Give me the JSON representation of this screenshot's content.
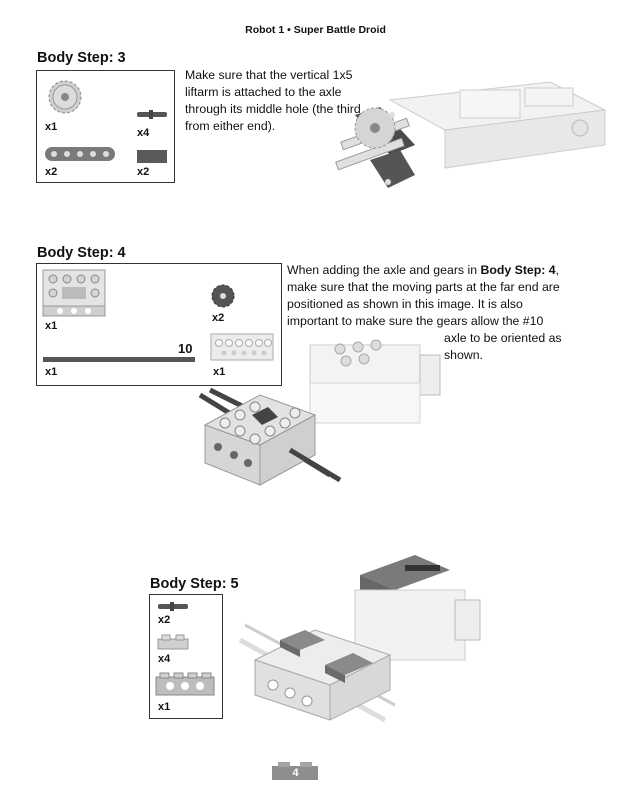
{
  "header": {
    "title": "Robot 1 • Super Battle Droid"
  },
  "step3": {
    "title": "Body Step: 3",
    "parts": [
      {
        "icon": "gear-16t-icon",
        "qty": "x1"
      },
      {
        "icon": "axle-pin-icon",
        "qty": "x4"
      },
      {
        "icon": "liftarm-1x5-icon",
        "qty": "x2"
      },
      {
        "icon": "axle-connector-icon",
        "qty": "x2"
      }
    ],
    "text": "Make sure that the vertical 1x5 liftarm is attached to the axle through its middle hole (the third from either end)."
  },
  "step4": {
    "title": "Body Step: 4",
    "parts": [
      {
        "icon": "technic-plate-4x6-icon",
        "qty": "x1"
      },
      {
        "icon": "gear-8t-icon",
        "qty": "x2"
      },
      {
        "icon": "axle-10-icon",
        "qty": "x1",
        "label": "10"
      },
      {
        "icon": "technic-plate-2x6-icon",
        "qty": "x1"
      }
    ],
    "text_before": "When adding the axle and gears in ",
    "text_bold": "Body Step: 4",
    "text_after": ", make sure that the moving parts at the far end are positioned as shown in this image. It is also important to make sure the gears allow the #10",
    "text_tail": "axle to be oriented as shown."
  },
  "step5": {
    "title": "Body Step: 5",
    "parts": [
      {
        "icon": "axle-pin-icon",
        "qty": "x2"
      },
      {
        "icon": "plate-1x2-icon",
        "qty": "x4"
      },
      {
        "icon": "technic-brick-1x4-icon",
        "qty": "x1"
      }
    ]
  },
  "footer": {
    "page_number": "4"
  },
  "colors": {
    "dark_gray": "#555555",
    "light_gray": "#e6e6e6",
    "mid_gray": "#9a9a9a"
  }
}
